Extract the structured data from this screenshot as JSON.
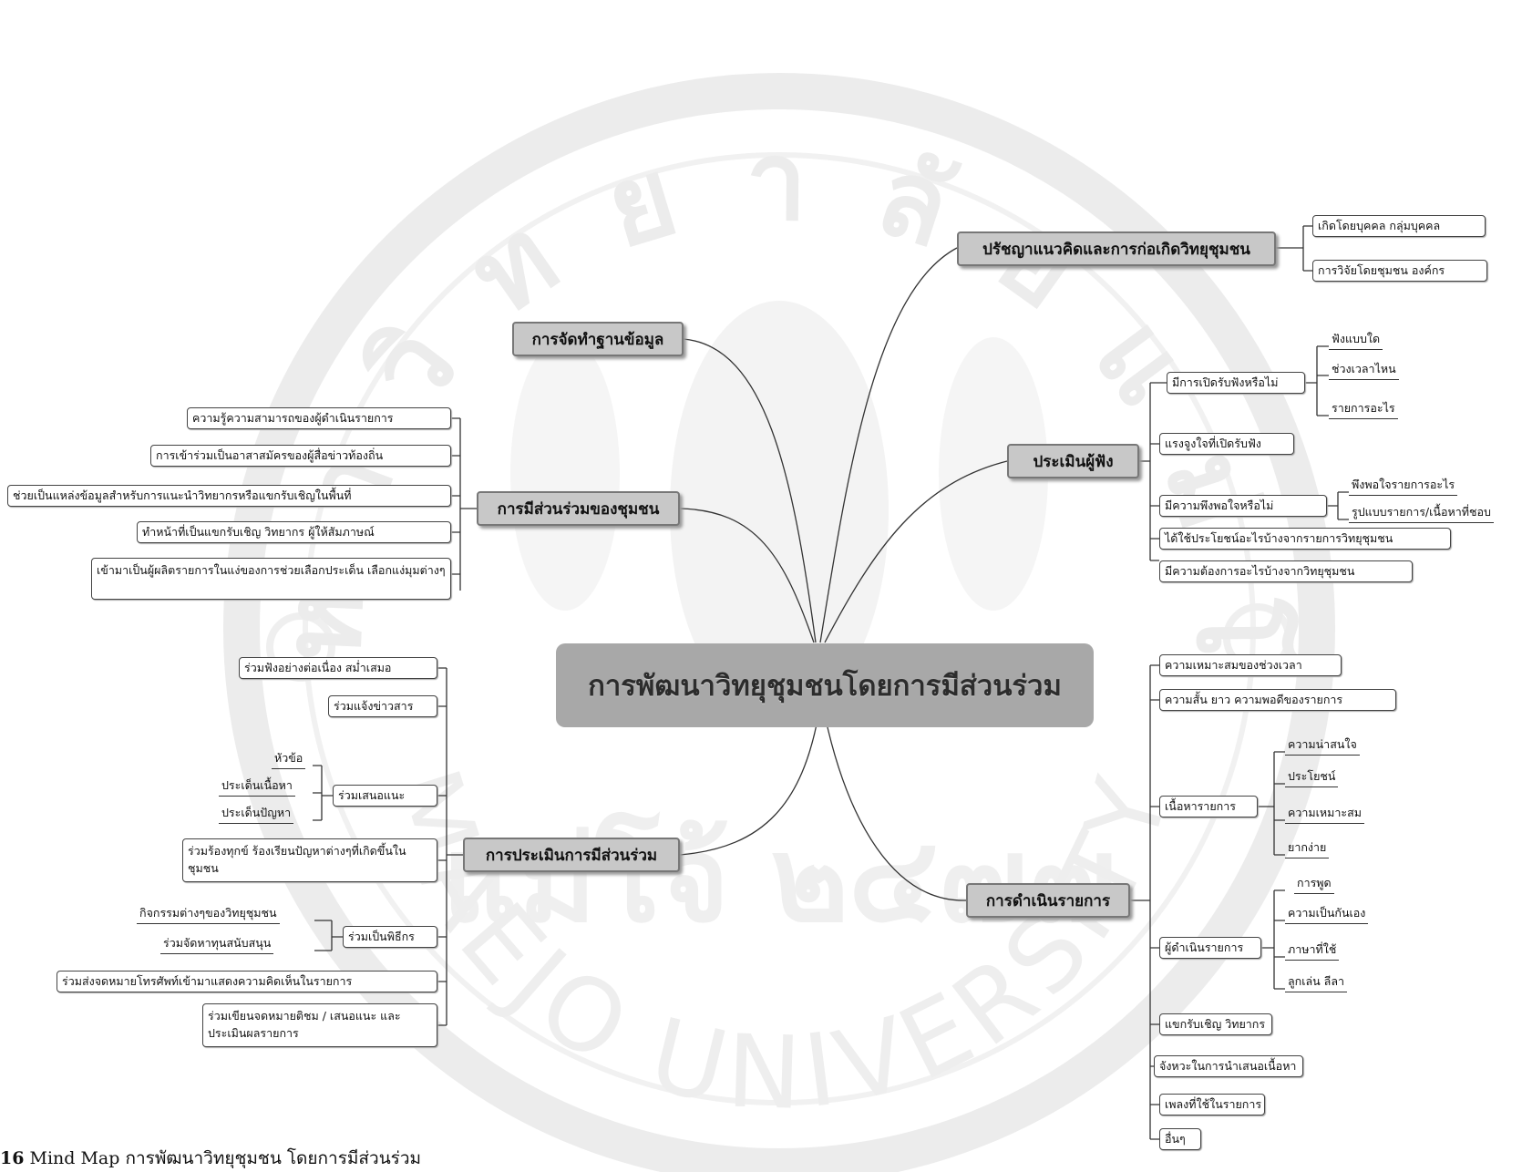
{
  "central": "การพัฒนาวิทยุชุมชนโดยการมีส่วนร่วม",
  "watermark": {
    "arc_top": "ม ห า วิ ท ย า ลั ย แ ม่ โ จ้",
    "center": "แม่โจ้ ๒๔๗๗",
    "arc_bottom": "MAEJO UNIVERSITY"
  },
  "caption": {
    "number": "16",
    "text": "Mind Map การพัฒนาวิทยุชุมชน โดยการมีส่วนร่วม"
  },
  "branches": {
    "philosophy": {
      "label": "ปรัชญาแนวคิดและการก่อเกิดวิทยุชุมชน",
      "children": [
        "เกิดโดยบุคคล กลุ่มบุคคล",
        "การวิจัยโดยชุมชน องค์กร"
      ]
    },
    "data": {
      "label": "การจัดทำฐานข้อมูล"
    },
    "participation": {
      "label": "การมีส่วนร่วมของชุมชน",
      "children": [
        "ความรู้ความสามารถของผู้ดำเนินรายการ",
        "การเข้าร่วมเป็นอาสาสมัครของผู้สื่อข่าวท้องถิ่น",
        "ช่วยเป็นแหล่งข้อมูลสำหรับการแนะนำวิทยากรหรือแขกรับเชิญในพื้นที่",
        "ทำหน้าที่เป็นแขกรับเชิญ วิทยากร ผู้ให้สัมภาษณ์",
        "เข้ามาเป็นผู้ผลิตรายการในแง่ของการช่วยเลือกประเด็น เลือกแง่มุมต่างๆ"
      ]
    },
    "listener": {
      "label": "ประเมินผู้ฟัง",
      "children": [
        {
          "label": "มีการเปิดรับฟังหรือไม่",
          "children": [
            "ฟังแบบใด",
            "ช่วงเวลาไหน",
            "รายการอะไร"
          ]
        },
        {
          "label": "แรงจูงใจที่เปิดรับฟัง",
          "children": []
        },
        {
          "label": "มีความพึงพอใจหรือไม่",
          "children": [
            "พึงพอใจรายการอะไร",
            "รูปแบบรายการ/เนื้อหาที่ชอบ"
          ]
        },
        {
          "label": "ได้ใช้ประโยชน์อะไรบ้างจากรายการวิทยุชุมชน",
          "children": []
        },
        {
          "label": "มีความต้องการอะไรบ้างจากวิทยุชุมชน",
          "children": []
        }
      ]
    },
    "evaluation": {
      "label": "การประเมินการมีส่วนร่วม",
      "children": [
        {
          "label": "ร่วมฟังอย่างต่อเนื่อง สม่ำเสมอ",
          "children": []
        },
        {
          "label": "ร่วมแจ้งข่าวสาร",
          "children": []
        },
        {
          "label": "ร่วมเสนอแนะ",
          "children": [
            "หัวข้อ",
            "ประเด็นเนื้อหา",
            "ประเด็นปัญหา"
          ]
        },
        {
          "label": "ร่วมร้องทุกข์ ร้องเรียนปัญหาต่างๆที่เกิดขึ้นในชุมชน",
          "children": []
        },
        {
          "label": "ร่วมเป็นพิธีกร",
          "children": [
            "กิจกรรมต่างๆของวิทยุชุมชน",
            "ร่วมจัดหาทุนสนับสนุน"
          ]
        },
        {
          "label": "ร่วมส่งจดหมายโทรศัพท์เข้ามาแสดงความคิดเห็นในรายการ",
          "children": []
        },
        {
          "label": "ร่วมเขียนจดหมายติชม / เสนอแนะ และประเมินผลรายการ",
          "children": []
        }
      ]
    },
    "operation": {
      "label": "การดำเนินรายการ",
      "children": [
        {
          "label": "ความเหมาะสมของช่วงเวลา",
          "children": []
        },
        {
          "label": "ความสั้น ยาว ความพอดีของรายการ",
          "children": []
        },
        {
          "label": "เนื้อหารายการ",
          "children": [
            "ความน่าสนใจ",
            "ประโยชน์",
            "ความเหมาะสม",
            "ยากง่าย"
          ]
        },
        {
          "label": "ผู้ดำเนินรายการ",
          "children": [
            "การพูด",
            "ความเป็นกันเอง",
            "ภาษาที่ใช้",
            "ลูกเล่น ลีลา"
          ]
        },
        {
          "label": "แขกรับเชิญ วิทยากร",
          "children": []
        },
        {
          "label": "จังหวะในการนำเสนอเนื้อหา",
          "children": []
        },
        {
          "label": "เพลงที่ใช้ในรายการ",
          "children": []
        },
        {
          "label": "อื่นๆ",
          "children": []
        }
      ]
    }
  }
}
